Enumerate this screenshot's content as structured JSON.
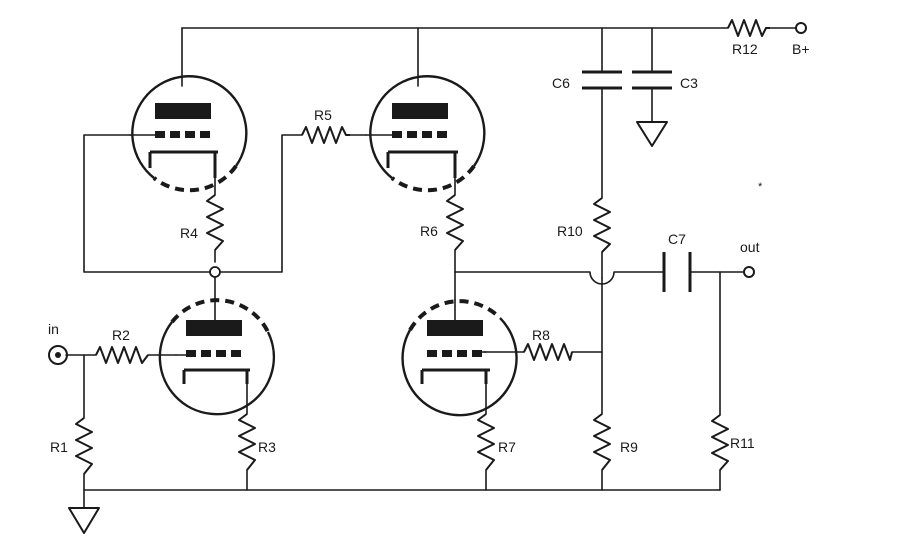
{
  "labels": {
    "r1": "R1",
    "r2": "R2",
    "r3": "R3",
    "r4": "R4",
    "r5": "R5",
    "r6": "R6",
    "r7": "R7",
    "r8": "R8",
    "r9": "R9",
    "r10": "R10",
    "r11": "R11",
    "r12": "R12",
    "c3": "C3",
    "c6": "C6",
    "c7": "C7",
    "in": "in",
    "out": "out",
    "bplus": "B+",
    "stray": "*"
  }
}
